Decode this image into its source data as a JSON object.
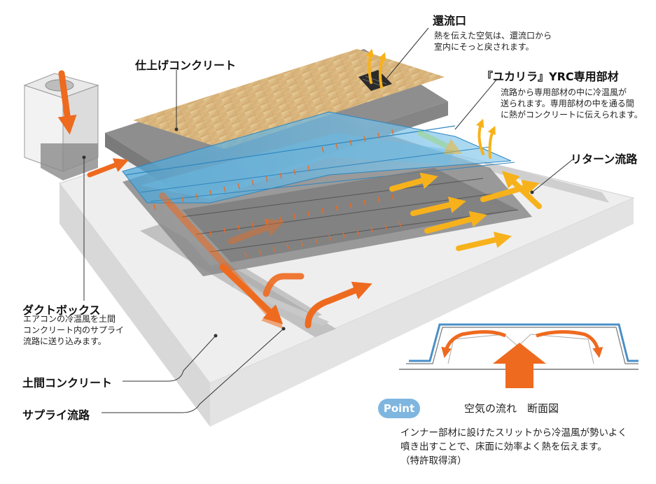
{
  "labels": {
    "return_outlet": {
      "title": "還流口",
      "desc": [
        "熱を伝えた空気は、還流口から",
        "室内にそっと戻されます。"
      ]
    },
    "finish_concrete": "仕上げコンクリート",
    "yrc_member": {
      "title": "『ユカリラ』YRC専用部材",
      "desc": [
        "流路から専用部材の中に冷温風が",
        "送られます。専用部材の中を通る間",
        "に熱がコンクリートに伝えられます。"
      ]
    },
    "return_channel": "リターン流路",
    "duct_box": {
      "title": "ダクトボックス",
      "desc": [
        "エアコンの冷温風を土間",
        "コンクリート内のサプライ",
        "流路に送り込みます。"
      ]
    },
    "earth_concrete": "土間コンクリート",
    "supply_channel": "サプライ流路"
  },
  "point": {
    "badge": "Point",
    "section_title": "空気の流れ　断面図",
    "text": [
      "インナー部材に設けたスリットから冷温風が勢いよく",
      "噴き出すことで、床面に効率よく熱を伝えます。",
      "（特許取得済）"
    ]
  },
  "colors": {
    "supply_arrow": "#ee6a1f",
    "return_arrow": "#f7b21b",
    "member_blue": "#5fb3e0",
    "concrete_gray": "#9a9a9a",
    "wood": "#d9b97d"
  }
}
